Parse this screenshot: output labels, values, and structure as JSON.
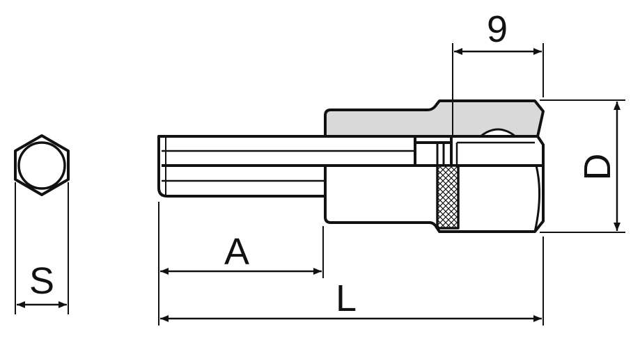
{
  "labels": {
    "s": "S",
    "a": "A",
    "l": "L",
    "d": "D",
    "square_drive": "9"
  },
  "colors": {
    "stroke": "#111111",
    "shaded_fill": "#d9d9d9",
    "background": "#ffffff"
  }
}
